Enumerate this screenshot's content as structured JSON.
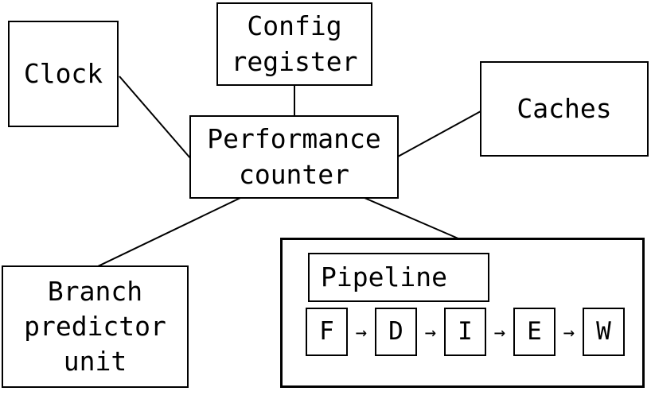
{
  "diagram": {
    "colors": {
      "background": "#ffffff",
      "line": "#000000",
      "text": "#000000"
    },
    "nodes": {
      "clock": {
        "label": "Clock"
      },
      "config_register": {
        "lines": [
          "Config",
          "register"
        ]
      },
      "caches": {
        "label": "Caches"
      },
      "performance_counter": {
        "lines": [
          "Performance",
          "counter"
        ]
      },
      "branch_predictor_unit": {
        "lines": [
          "Branch",
          "predictor",
          "unit"
        ]
      },
      "pipeline": {
        "label": "Pipeline",
        "stages": [
          "F",
          "D",
          "I",
          "E",
          "W"
        ],
        "arrow_icon": "→"
      }
    },
    "edges": [
      {
        "from": "clock",
        "to": "performance_counter"
      },
      {
        "from": "config_register",
        "to": "performance_counter"
      },
      {
        "from": "performance_counter",
        "to": "caches"
      },
      {
        "from": "performance_counter",
        "to": "branch_predictor_unit"
      },
      {
        "from": "performance_counter",
        "to": "pipeline"
      }
    ]
  }
}
